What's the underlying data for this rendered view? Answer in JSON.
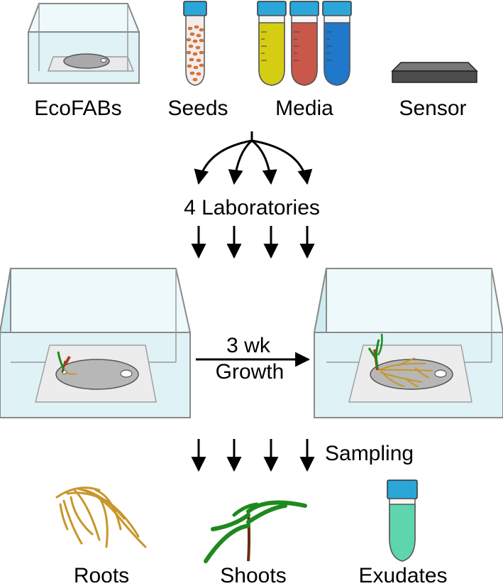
{
  "inputs": {
    "ecofabs": "EcoFABs",
    "seeds": "Seeds",
    "media": "Media",
    "sensor": "Sensor"
  },
  "distribution_label": "4 Laboratories",
  "growth": {
    "duration": "3 wk",
    "label": "Growth"
  },
  "sampling_label": "Sampling",
  "outputs": {
    "roots": "Roots",
    "shoots": "Shoots",
    "exudates": "Exudates"
  },
  "colors": {
    "tube_cap": "#2aa6d9",
    "seed": "#e2772e",
    "media_yellow": "#d5cd12",
    "media_red": "#c9574a",
    "media_blue": "#1f78c9",
    "exudate": "#5fd5ad",
    "root": "#c8962a",
    "shoot": "#1e8a1e",
    "sensor": "#555555",
    "glass": "#dff2f6"
  }
}
